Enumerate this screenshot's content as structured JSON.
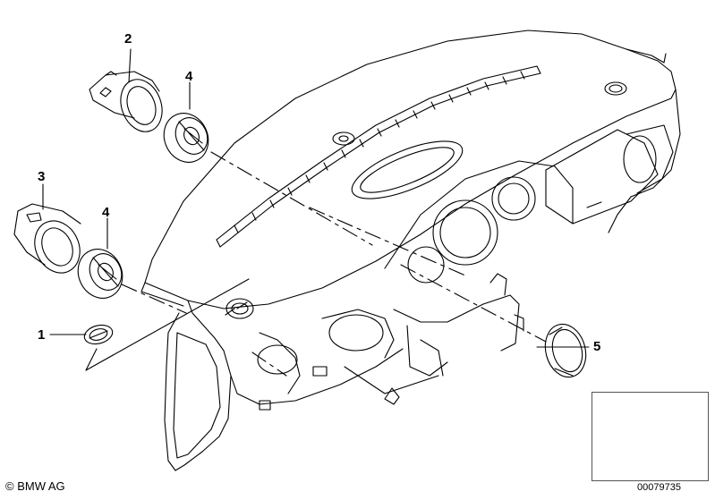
{
  "callouts": {
    "c1": "1",
    "c2": "2",
    "c3": "3",
    "c4a": "4",
    "c4b": "4",
    "c5": "5"
  },
  "footer": {
    "copyright": "© BMW AG",
    "doc_number": "00079735"
  },
  "colors": {
    "line": "#000000",
    "background": "#ffffff",
    "shade": "#d9d9d9",
    "thumb_border": "#555555"
  }
}
